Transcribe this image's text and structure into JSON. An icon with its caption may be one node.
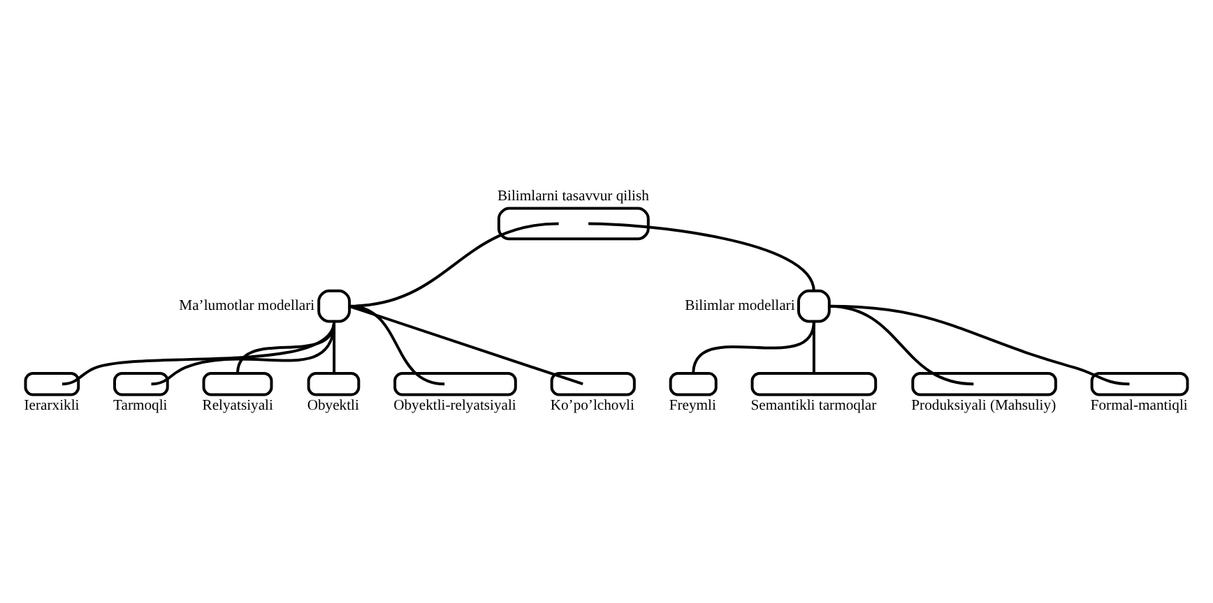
{
  "diagram": {
    "nodes": [
      {
        "text": [
          "Bilimlarni tasavvur qilish"
        ]
      },
      {
        "text": [
          "Ma’lumotlar modellari"
        ]
      },
      {
        "text": [
          "Bilimlar modellari"
        ]
      },
      {
        "text": [
          "Ierarxikli"
        ]
      },
      {
        "text": [
          "Tarmoqli"
        ]
      },
      {
        "text": [
          "Relyatsiyali"
        ]
      },
      {
        "text": [
          "Obyektli"
        ]
      },
      {
        "text": [
          "Obyektli-relyatsiyali"
        ]
      },
      {
        "text": [
          "Ko’po’lchovli"
        ]
      },
      {
        "text": [
          "Freymli"
        ]
      },
      {
        "text": [
          "Semantikli tarmoqlar"
        ]
      },
      {
        "text": [
          "Produksiyali (Mahsuliy)"
        ]
      },
      {
        "text": [
          "Formal-mantiqli"
        ]
      }
    ],
    "edges": [
      {
        "from": 0,
        "to": 1,
        "arrow": "none"
      },
      {
        "from": 0,
        "to": 2,
        "arrow": "none"
      },
      {
        "from": 1,
        "to": 3,
        "arrow": "none"
      },
      {
        "from": 1,
        "to": 4,
        "arrow": "none"
      },
      {
        "from": 1,
        "to": 5,
        "arrow": "none"
      },
      {
        "from": 1,
        "to": 6,
        "arrow": "none"
      },
      {
        "from": 1,
        "to": 7,
        "arrow": "none"
      },
      {
        "from": 1,
        "to": 8,
        "arrow": "none"
      },
      {
        "from": 2,
        "to": 9,
        "arrow": "none"
      },
      {
        "from": 2,
        "to": 10,
        "arrow": "none"
      },
      {
        "from": 2,
        "to": 11,
        "arrow": "none"
      },
      {
        "from": 2,
        "to": 12,
        "arrow": "none"
      }
    ]
  }
}
